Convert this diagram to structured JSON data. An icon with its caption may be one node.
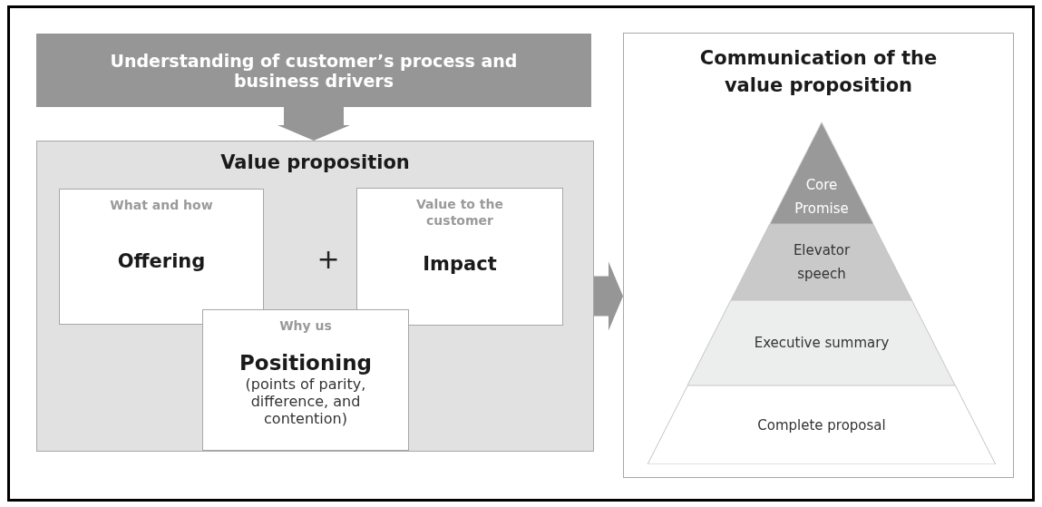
{
  "diagram": {
    "nodes": [
      {
        "text": [
          "Understanding of customer’s process and business drivers"
        ]
      },
      {
        "text": [
          "Value proposition"
        ]
      },
      {
        "text": [
          "What and how",
          "Offering"
        ],
        "in": 1
      },
      {
        "text": [
          "Value to the customer",
          "Impact"
        ],
        "in": 1
      },
      {
        "text": [
          "Why us",
          "Positioning",
          "(points of parity, difference, and contention)"
        ],
        "in": 1
      },
      {
        "text": [
          "Communication of the value proposition"
        ]
      },
      {
        "text": [
          "Core Promise"
        ],
        "in": 5
      },
      {
        "text": [
          "Elevator speech"
        ],
        "in": 5
      },
      {
        "text": [
          "Executive summary"
        ],
        "in": 5
      },
      {
        "text": [
          "Complete proposal"
        ],
        "in": 5
      }
    ],
    "edges": [
      {
        "from": 0,
        "to": 1,
        "arrow": "to"
      },
      {
        "from": 1,
        "to": 5,
        "arrow": "to"
      }
    ],
    "labels": [
      "+"
    ]
  }
}
